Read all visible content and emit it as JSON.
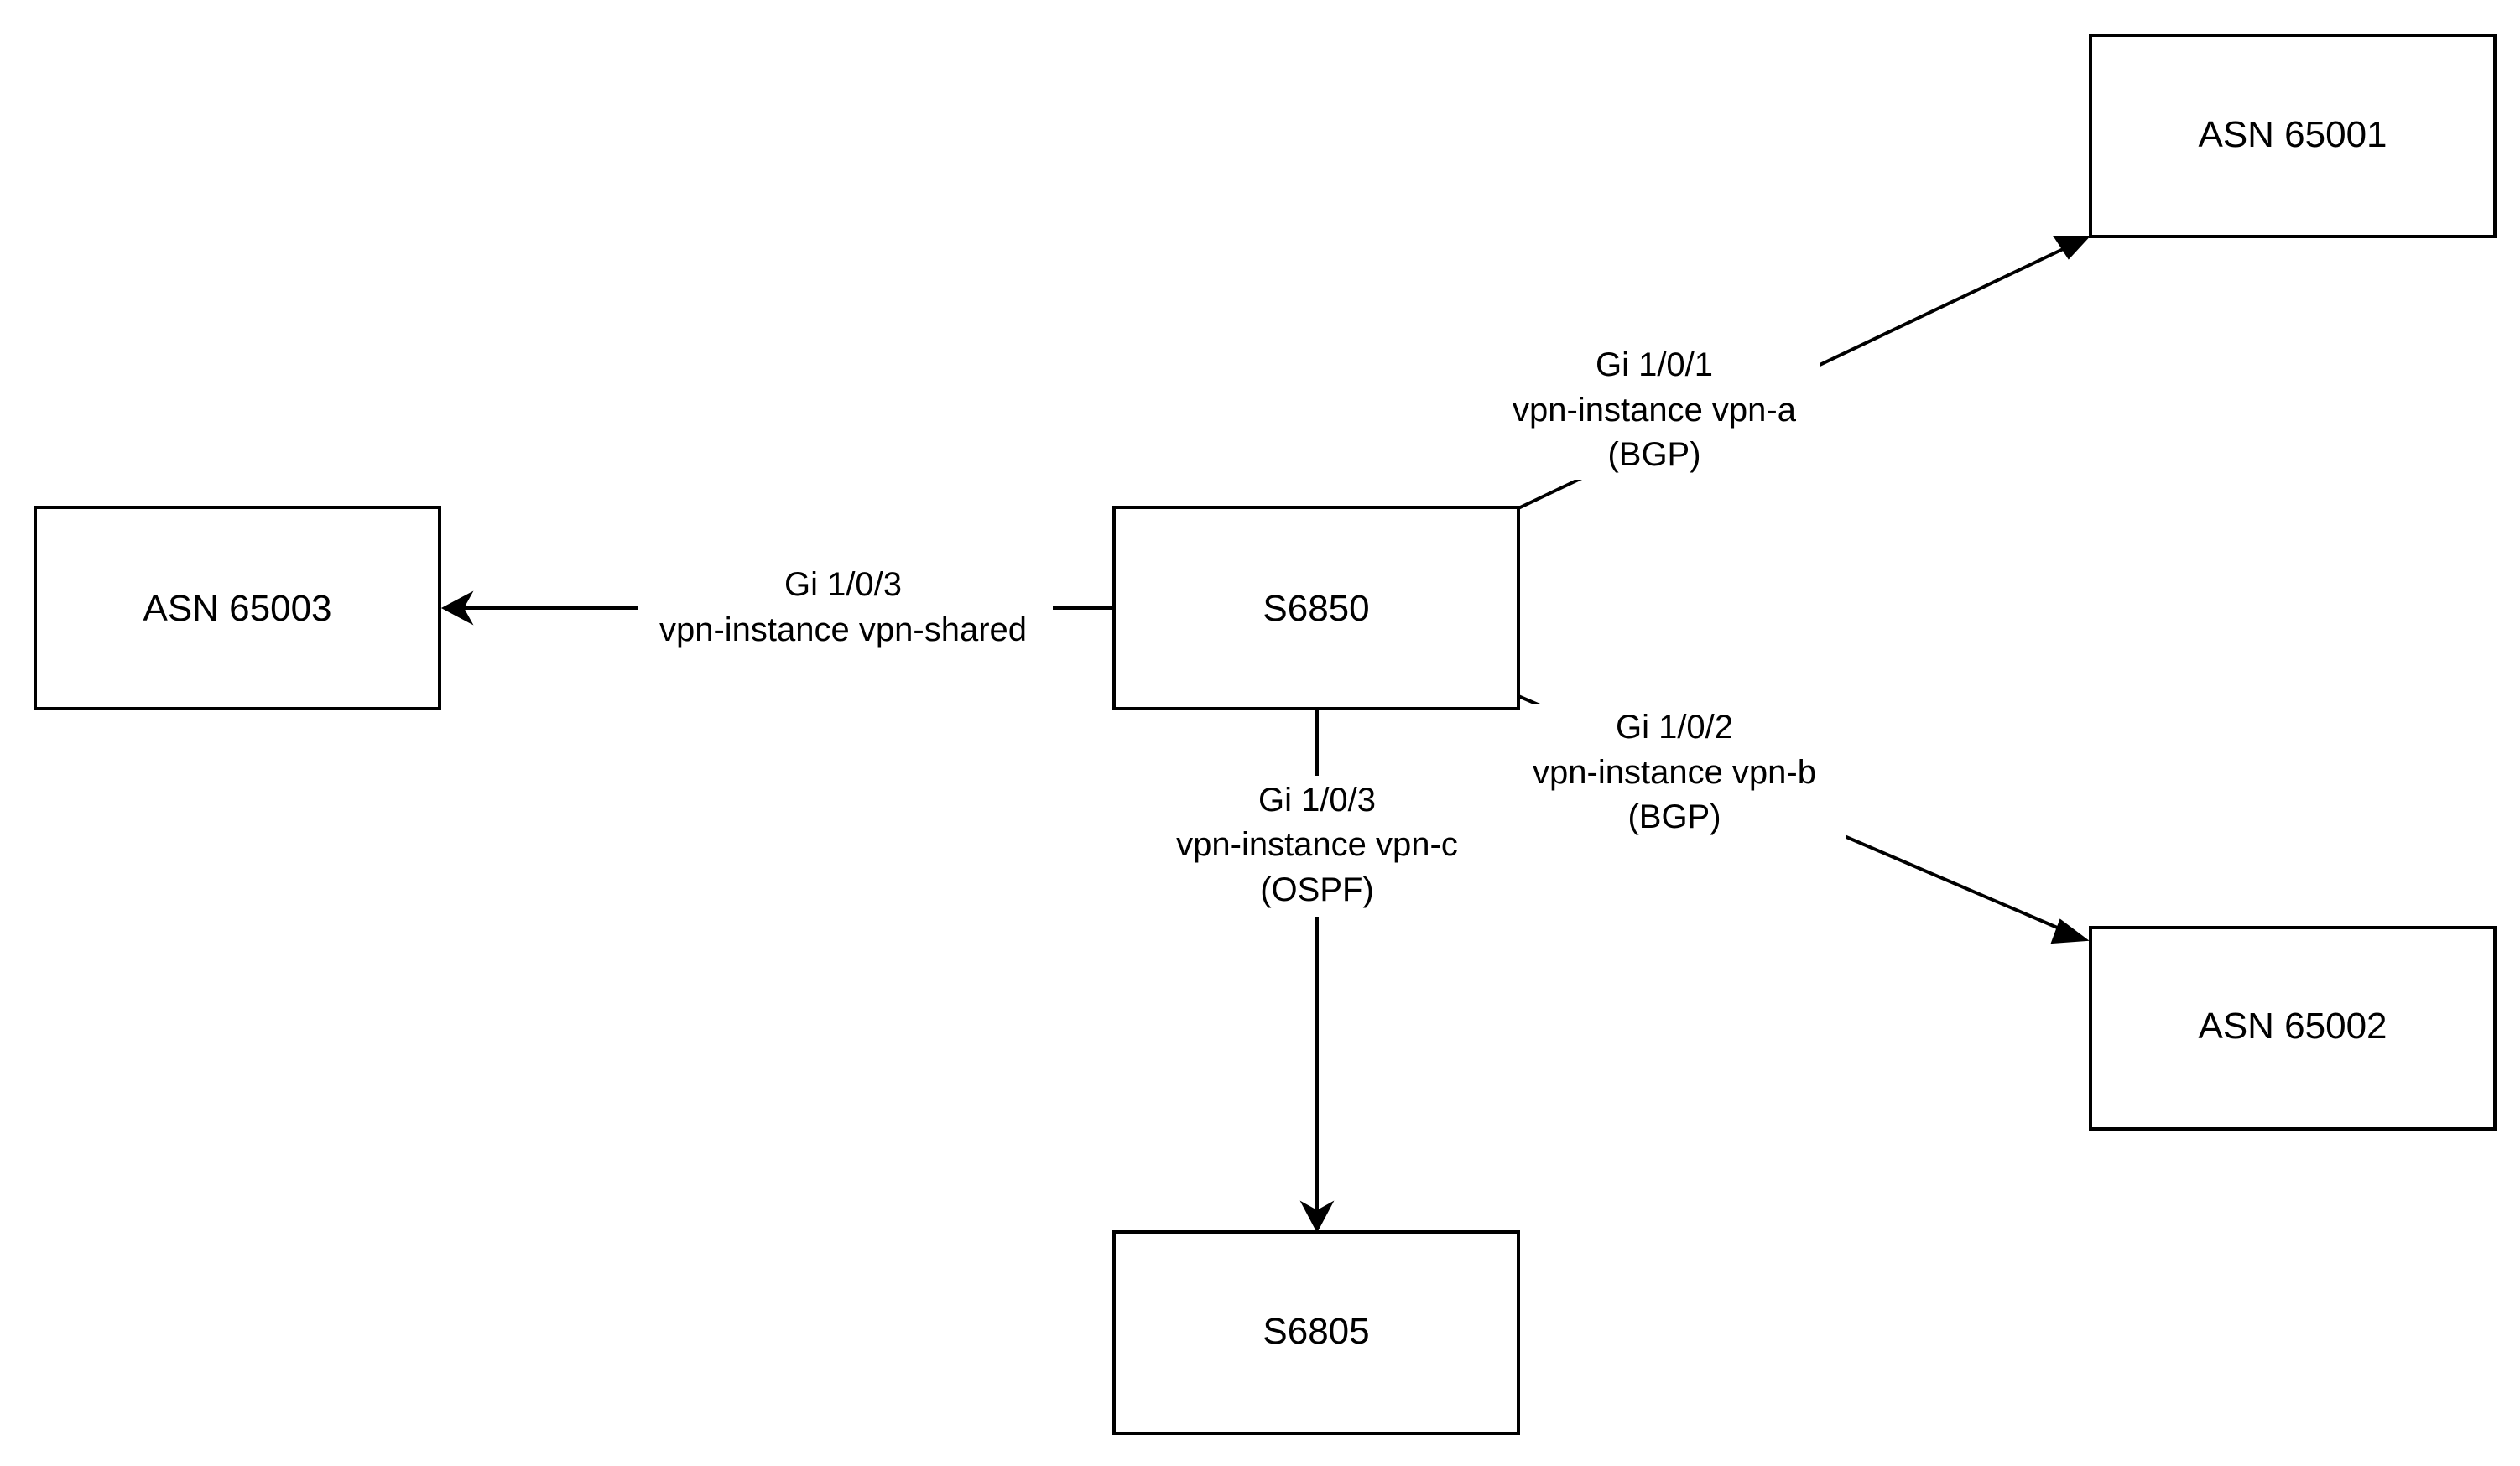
{
  "nodes": {
    "s6850": "S6850",
    "asn65001": "ASN 65001",
    "asn65002": "ASN 65002",
    "asn65003": "ASN 65003",
    "s6805": "S6805"
  },
  "links": {
    "to_asn65001": [
      "Gi 1/0/1",
      "vpn-instance vpn-a",
      "(BGP)"
    ],
    "to_asn65002": [
      "Gi 1/0/2",
      "vpn-instance vpn-b",
      "(BGP)"
    ],
    "to_asn65003": [
      "Gi 1/0/3",
      "vpn-instance vpn-shared"
    ],
    "to_s6805": [
      "Gi 1/0/3",
      "vpn-instance vpn-c",
      "(OSPF)"
    ]
  },
  "colors": {
    "stroke": "#000000",
    "background": "#ffffff"
  }
}
